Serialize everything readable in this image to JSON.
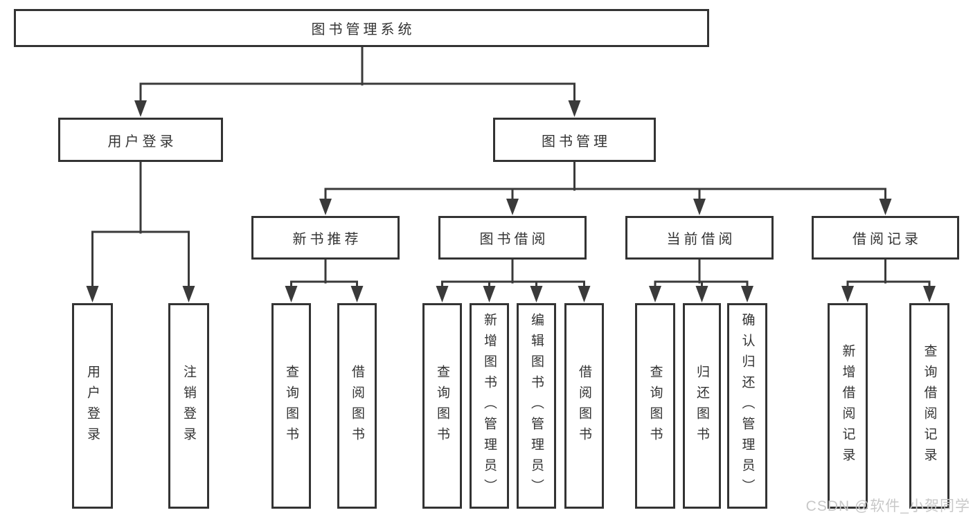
{
  "diagram": {
    "root": {
      "label": "图书管理系统"
    },
    "level2": [
      {
        "label": "用户登录"
      },
      {
        "label": "图书管理"
      }
    ],
    "level3": [
      {
        "label": "新书推荐"
      },
      {
        "label": "图书借阅"
      },
      {
        "label": "当前借阅"
      },
      {
        "label": "借阅记录"
      }
    ],
    "leaves": {
      "user_login": [
        {
          "label": "用户登录"
        },
        {
          "label": "注销登录"
        }
      ],
      "new_books": [
        {
          "label": "查询图书"
        },
        {
          "label": "借阅图书"
        }
      ],
      "book_borrow": [
        {
          "label": "查询图书"
        },
        {
          "label": "新增图书（管理员）"
        },
        {
          "label": "编辑图书（管理员）"
        },
        {
          "label": "借阅图书"
        }
      ],
      "current_borrow": [
        {
          "label": "查询图书"
        },
        {
          "label": "归还图书"
        },
        {
          "label": "确认归还（管理员）"
        }
      ],
      "borrow_records": [
        {
          "label": "新增借阅记录"
        },
        {
          "label": "查询借阅记录"
        }
      ]
    }
  },
  "colors": {
    "line": "#3a3a3a",
    "border": "#333333",
    "text": "#333333",
    "background": "#ffffff",
    "watermark_text": "#c8c8c8"
  },
  "watermark": "CSDN @软件_小贺同学"
}
